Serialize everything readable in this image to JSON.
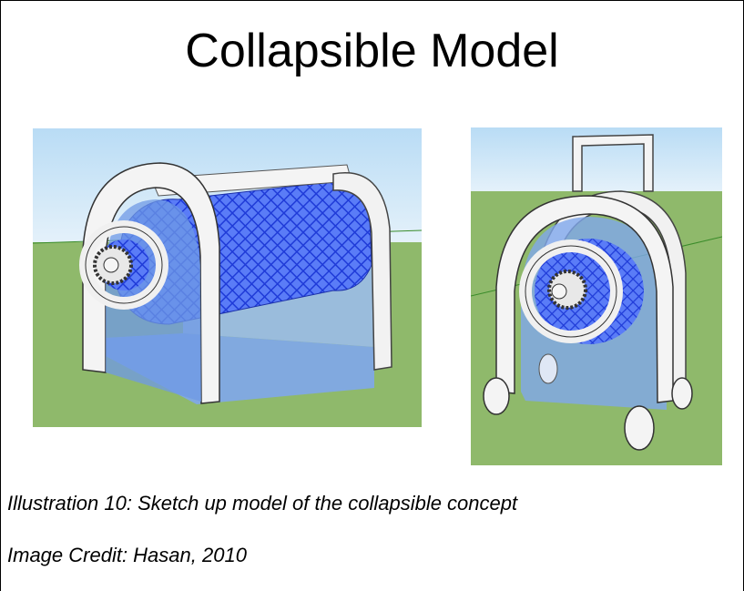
{
  "slide": {
    "title": "Collapsible Model"
  },
  "figures": {
    "left_name": "collapsible-model-side-view",
    "right_name": "collapsible-model-front-view-with-handle"
  },
  "caption": {
    "label": "Illustration 10: Sketch up model of the collapsible concept",
    "credit": "Image Credit: Hasan, 2010"
  },
  "colors": {
    "sky": "#cfe6f5",
    "ground": "#8db86a",
    "frame": "#f2f2f2",
    "mesh": "#3355ee",
    "glass": "#7fa7e8"
  }
}
